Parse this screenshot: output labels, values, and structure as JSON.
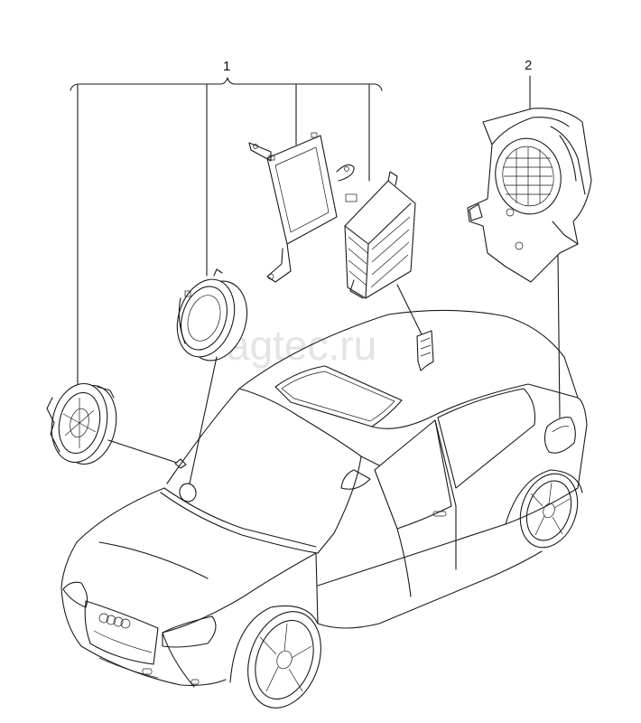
{
  "diagram": {
    "callouts": [
      {
        "id": "1",
        "label": "1"
      },
      {
        "id": "2",
        "label": "2"
      }
    ],
    "watermark": "vagtec.ru"
  }
}
